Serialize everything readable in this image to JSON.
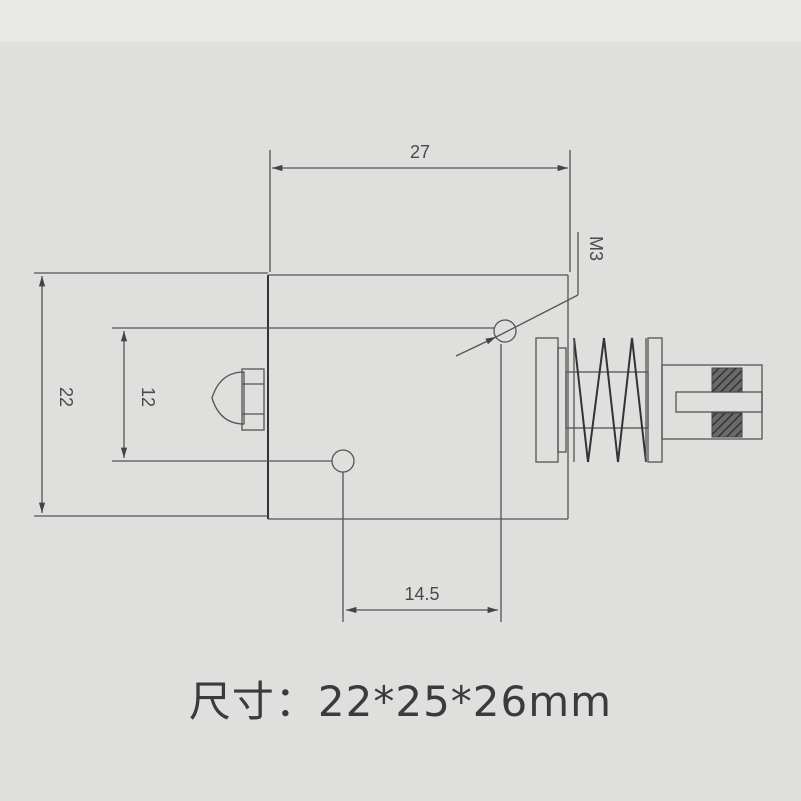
{
  "dimensions": {
    "width_top": "27",
    "height_total": "22",
    "height_holes": "12",
    "hole_spacing": "14.5",
    "thread": "M3"
  },
  "caption": "尺寸：22*25*26mm"
}
